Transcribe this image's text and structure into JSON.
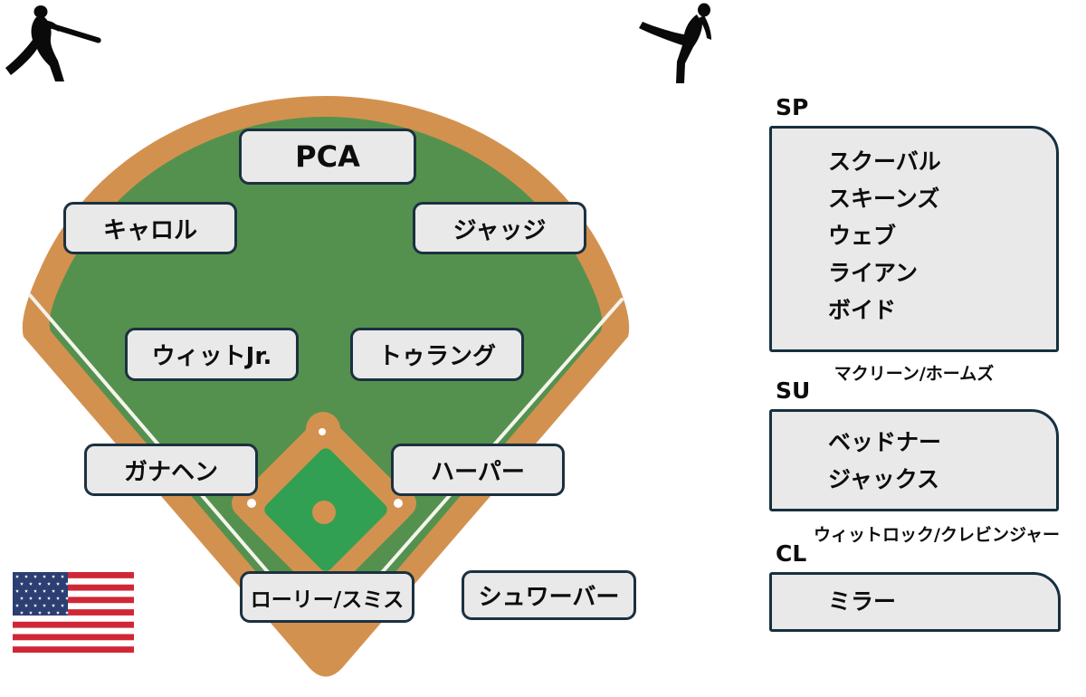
{
  "field": {
    "positions": [
      {
        "position": "center-field",
        "label": "PCA"
      },
      {
        "position": "left-field",
        "label": "キャロル"
      },
      {
        "position": "right-field",
        "label": "ジャッジ"
      },
      {
        "position": "shortstop",
        "label": "ウィットJr."
      },
      {
        "position": "second-base",
        "label": "トゥラング"
      },
      {
        "position": "third-base",
        "label": "ガナヘン"
      },
      {
        "position": "first-base",
        "label": "ハーパー"
      },
      {
        "position": "catcher",
        "label": "ローリー/スミス"
      },
      {
        "position": "designated-hitter",
        "label": "シュワーバー"
      }
    ]
  },
  "panel": {
    "sections": [
      {
        "code": "SP",
        "players": [
          "スクーバル",
          "スキーンズ",
          "ウェブ",
          "ライアン",
          "ボイド"
        ],
        "note": "マクリーン/ホームズ"
      },
      {
        "code": "SU",
        "players": [
          "ベッドナー",
          "ジャックス"
        ],
        "note": "ウィットロック/クレビンジャー"
      },
      {
        "code": "CL",
        "players": [
          "ミラー"
        ],
        "note": ""
      }
    ]
  },
  "icons": {
    "batter": "batter-silhouette-icon",
    "pitcher": "pitcher-silhouette-icon",
    "flag": "us-flag"
  },
  "colors": {
    "outfield_grass": "#55914e",
    "infield_grass": "#31a053",
    "dirt": "#d3914f",
    "foul_line": "#f4f4ec",
    "box_fill": "#e9e9e9",
    "box_border": "#1b3140",
    "flag_red": "#cf2736",
    "flag_navy": "#2c3e72",
    "silhouette": "#0a0a0a"
  }
}
